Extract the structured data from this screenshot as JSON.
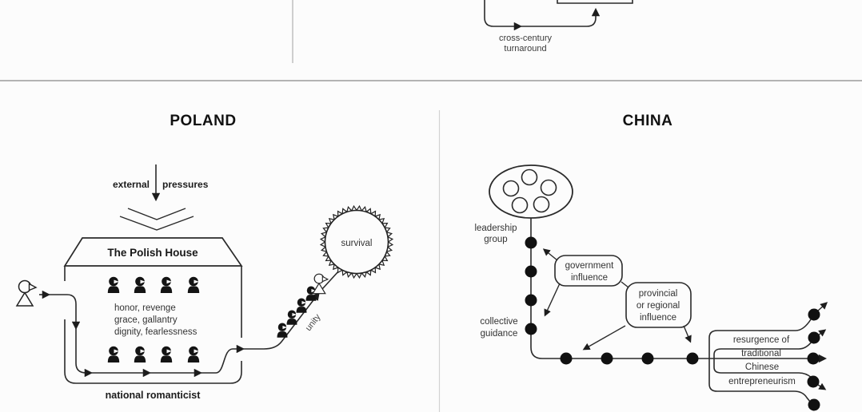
{
  "colors": {
    "stroke": "#2a2a2a",
    "text": "#333333",
    "title": "#111111",
    "node": "#111111",
    "divider": "#bdbdbd",
    "background": "#fcfcfc"
  },
  "top_diagram": {
    "loop_label_line1": "cross-century",
    "loop_label_line2": "turnaround"
  },
  "poland": {
    "title": "POLAND",
    "pressure_left": "external",
    "pressure_right": "pressures",
    "house_title": "The Polish House",
    "house_values": [
      "honor, revenge",
      "grace, gallantry",
      "dignity, fearlessness"
    ],
    "house_caption": "national romanticist",
    "path_label": "unity",
    "goal_label": "survival"
  },
  "china": {
    "title": "CHINA",
    "ellipse_label_line1": "leadership",
    "ellipse_label_line2": "group",
    "axis_label_line1": "collective",
    "axis_label_line2": "guidance",
    "box1_line1": "government",
    "box1_line2": "influence",
    "box2_line1": "provincial",
    "box2_line2": "or regional",
    "box2_line3": "influence",
    "branch_labels": [
      "resurgence of",
      "traditional",
      "Chinese",
      "entrepreneurism"
    ]
  }
}
